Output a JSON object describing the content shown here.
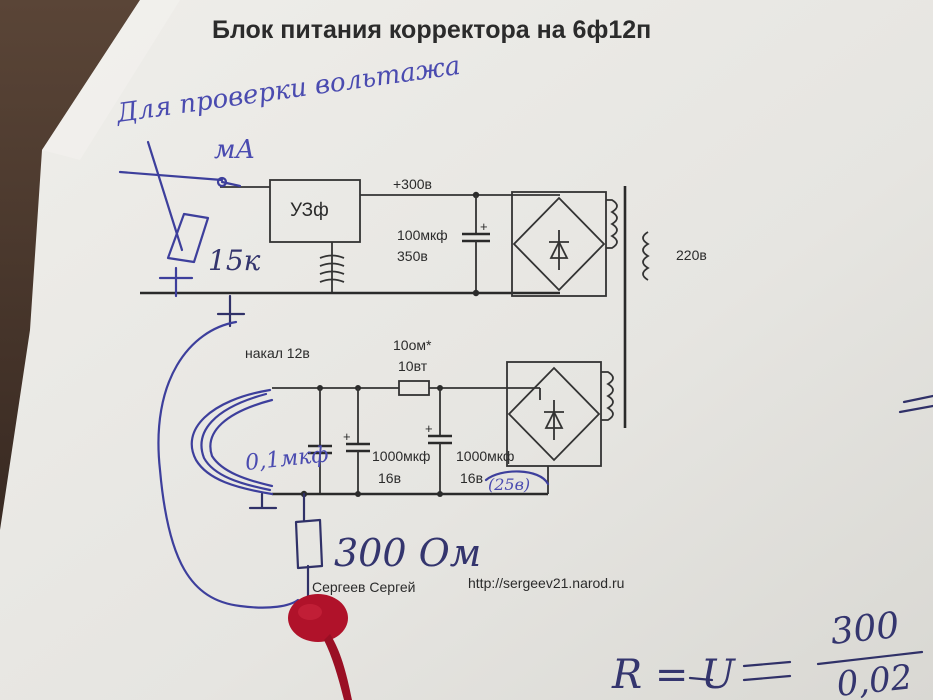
{
  "diagram": {
    "title": "Блок питания корректора на 6ф12п",
    "handwritten_top": "Для проверки вольтажа",
    "handwritten_ma": "мА",
    "handwritten_15k": "15к",
    "handwritten_01mkf": "0,1мкф",
    "handwritten_25v": "(25в)",
    "handwritten_300om": "300 Ом",
    "formula_lhs": "R = U",
    "formula_rhs_num": "300",
    "formula_rhs_den": "0,02"
  },
  "upper_circuit": {
    "filter_box": "УЗф",
    "voltage": "+300в",
    "cap_value": "100мкф",
    "cap_voltage": "350в",
    "mains": "220в"
  },
  "lower_circuit": {
    "heater_label": "накал 12в",
    "resistor_value": "10ом*",
    "resistor_power": "10вт",
    "cap1_value": "1000мкф",
    "cap1_voltage": "16в",
    "cap2_value": "1000мкф",
    "cap2_voltage": "16в"
  },
  "credits": {
    "author": "Сергеев Сергей",
    "url": "http://sergeev21.narod.ru"
  },
  "colors": {
    "paper": "#e9e8e4",
    "ink": "#2b2b2b",
    "pen": "#3d3f9c",
    "stain": "#b0122a",
    "background": "#3a2a22"
  }
}
